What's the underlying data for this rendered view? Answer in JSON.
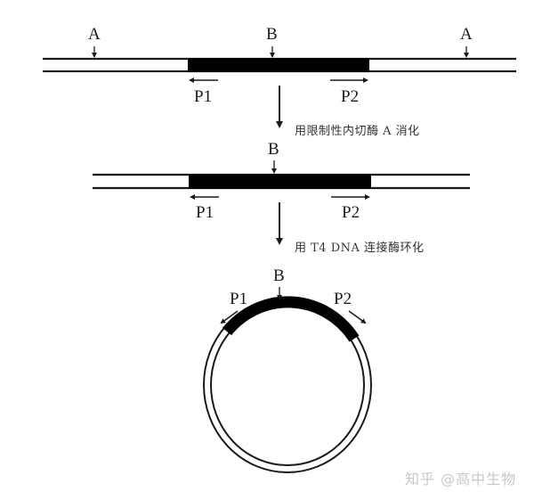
{
  "diagram": {
    "type": "inverse-PCR schematic",
    "row1": {
      "labels": {
        "site_a_left": "A",
        "site_b": "B",
        "site_a_right": "A",
        "primer1": "P1",
        "primer2": "P2"
      }
    },
    "step1": {
      "text": "用限制性内切酶 A 消化"
    },
    "row2": {
      "labels": {
        "site_b": "B",
        "primer1": "P1",
        "primer2": "P2"
      }
    },
    "step2": {
      "text": "用 T4 DNA 连接酶环化"
    },
    "circle": {
      "labels": {
        "site_b": "B",
        "primer1": "P1",
        "primer2": "P2"
      }
    },
    "colors": {
      "line": "#1a1a1a",
      "segment": "#000000",
      "background": "#ffffff",
      "watermark": "#c8c8c8"
    }
  },
  "watermark": {
    "text": "知乎 @高中生物"
  }
}
